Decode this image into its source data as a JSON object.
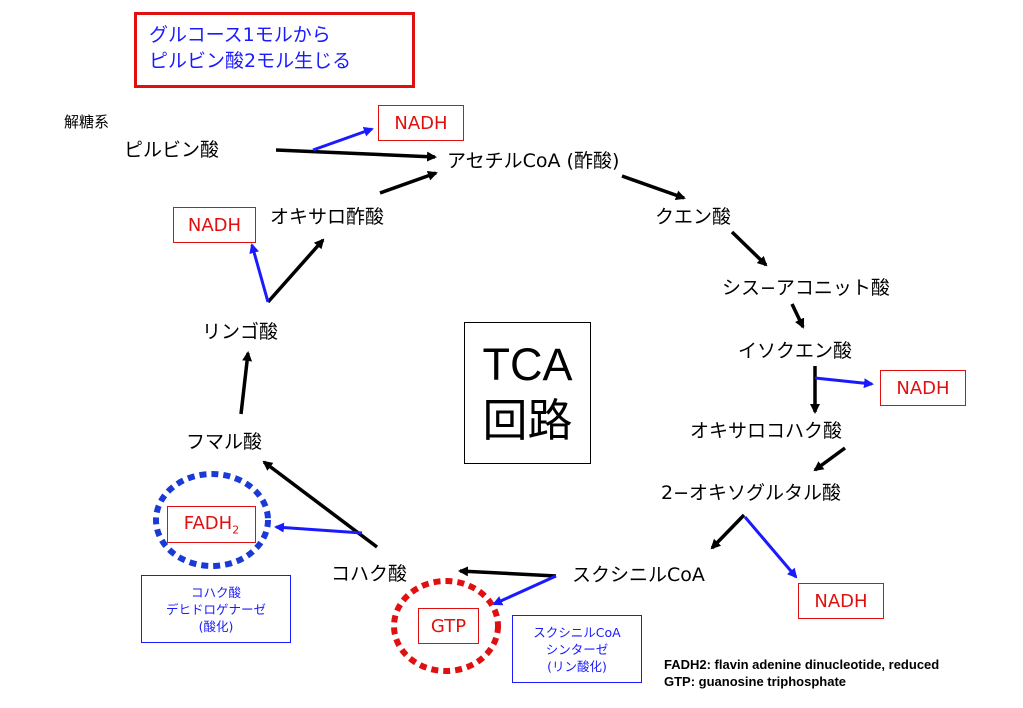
{
  "note": {
    "line1": "グルコース1モルから",
    "line2": "ピルビン酸2モル生じる"
  },
  "glycolysis_label": "解糖系",
  "center": {
    "line1": "TCA",
    "line2": "回路"
  },
  "metabolites": {
    "pyruvate": "ピルビン酸",
    "acetyl_coa": "アセチルCoA (酢酸)",
    "citrate": "クエン酸",
    "cis_aconitate": "シス−アコニット酸",
    "isocitrate": "イソクエン酸",
    "oxalosuccinate": "オキサロコハク酸",
    "alpha_ketoglutarate": "2−オキソグルタル酸",
    "succinyl_coa": "スクシニルCoA",
    "succinate": "コハク酸",
    "fumarate": "フマル酸",
    "malate": "リンゴ酸",
    "oxaloacetate": "オキサロ酢酸"
  },
  "products": {
    "nadh_pyruvate": "NADH",
    "nadh_malate": "NADH",
    "nadh_isocitrate": "NADH",
    "nadh_ketoglutarate": "NADH",
    "fadh2_base": "FADH",
    "fadh2_sub": "2",
    "gtp": "GTP"
  },
  "enzymes": {
    "sdh": {
      "line1": "コハク酸",
      "line2": "デヒドロゲナーゼ",
      "line3": "(酸化)"
    },
    "scs": {
      "line1": "スクシニルCoA",
      "line2": "シンターゼ",
      "line3": "(リン酸化)"
    }
  },
  "abbreviations": {
    "fadh2": "FADH2:  flavin adenine dinucleotide, reduced",
    "gtp": "GTP:  guanosine triphosphate"
  },
  "colors": {
    "reaction_arrow": "#000000",
    "product_arrow": "#1a1aff",
    "product_text": "#e01010",
    "enzyme_text": "#1a1aff",
    "fadh2_ring": "#1a3ad6",
    "gtp_ring": "#e01010"
  }
}
